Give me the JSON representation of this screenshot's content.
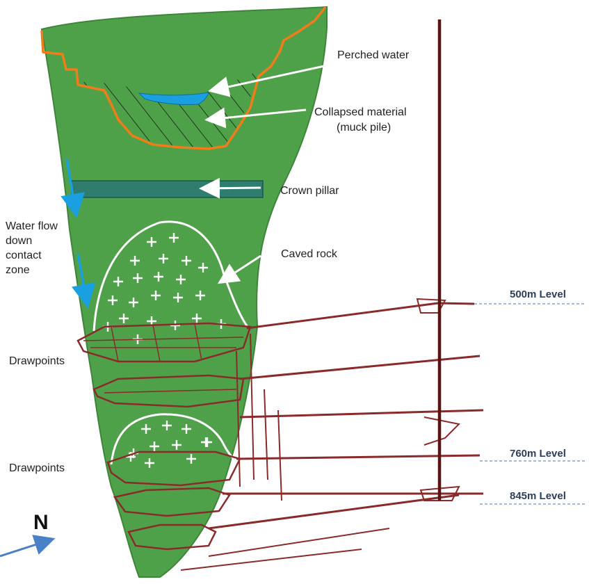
{
  "labels": {
    "perched_water": "Perched water",
    "collapsed_material_line1": "Collapsed material",
    "collapsed_material_line2": "(muck pile)",
    "crown_pillar": "Crown pillar",
    "water_flow_line1": "Water flow",
    "water_flow_line2": "down",
    "water_flow_line3": "contact",
    "water_flow_line4": "zone",
    "caved_rock": "Caved rock",
    "drawpoints_upper": "Drawpoints",
    "drawpoints_lower": "Drawpoints",
    "level_500": "500m Level",
    "level_760": "760m Level",
    "level_845": "845m Level",
    "north": "N"
  },
  "colors": {
    "ore_body": "#3f9a3a",
    "ore_body_edge": "#2d7a2a",
    "pit_outline": "#f07c1a",
    "perched_water": "#1aa0e0",
    "crown_pillar": "#2e7d6e",
    "workings": "#8a2a2a",
    "water_arrow": "#1aa0e0",
    "north_arrow": "#4a80c8",
    "level_line": "#6a8fc0"
  }
}
